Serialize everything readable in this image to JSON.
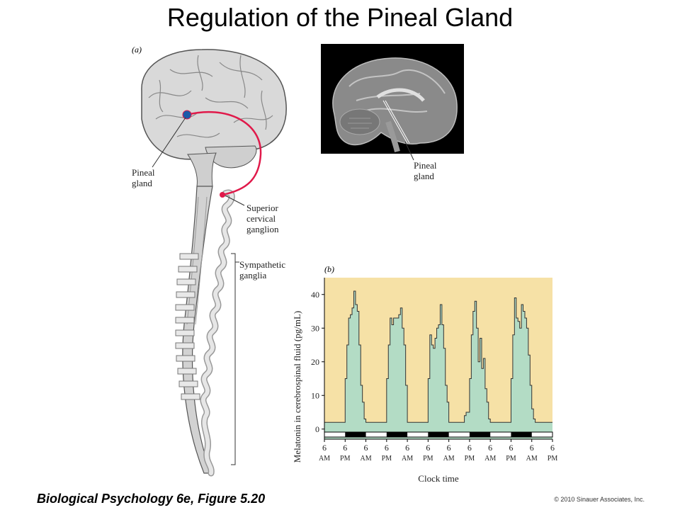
{
  "title": "Regulation of the Pineal Gland",
  "panel_a": {
    "letter": "(a)",
    "labels": {
      "pineal_line1": "Pineal",
      "pineal_line2": "gland",
      "scg_line1": "Superior",
      "scg_line2": "cervical",
      "scg_line3": "ganglion",
      "symp_line1": "Sympathetic",
      "symp_line2": "ganglia"
    },
    "pathway_color": "#e0194a",
    "pineal_color": "#1c5aa8"
  },
  "photo": {
    "label_line1": "Pineal",
    "label_line2": "gland"
  },
  "panel_b": {
    "letter": "(b)"
  },
  "chart_data": {
    "type": "area",
    "ylabel": "Melatonin in cerebrospinal fluid (pg/mL)",
    "xlabel": "Clock time",
    "ylim": [
      -3,
      45
    ],
    "yticks": [
      0,
      10,
      20,
      30,
      40
    ],
    "xticks": [
      {
        "h": 0,
        "top": "6",
        "bottom": "AM"
      },
      {
        "h": 12,
        "top": "6",
        "bottom": "PM"
      },
      {
        "h": 24,
        "top": "6",
        "bottom": "AM"
      },
      {
        "h": 36,
        "top": "6",
        "bottom": "PM"
      },
      {
        "h": 48,
        "top": "6",
        "bottom": "AM"
      },
      {
        "h": 60,
        "top": "6",
        "bottom": "PM"
      },
      {
        "h": 72,
        "top": "6",
        "bottom": "AM"
      },
      {
        "h": 84,
        "top": "6",
        "bottom": "PM"
      },
      {
        "h": 96,
        "top": "6",
        "bottom": "AM"
      },
      {
        "h": 108,
        "top": "6",
        "bottom": "PM"
      },
      {
        "h": 120,
        "top": "6",
        "bottom": "AM"
      },
      {
        "h": 132,
        "top": "6",
        "bottom": "PM"
      }
    ],
    "background_color": "#f6e1a6",
    "fill_color": "#b3dcc5",
    "dark_periods": [
      [
        12,
        24
      ],
      [
        36,
        48
      ],
      [
        60,
        72
      ],
      [
        84,
        96
      ],
      [
        108,
        120
      ]
    ],
    "series": [
      {
        "x": [
          0,
          6,
          11,
          12,
          13,
          14,
          15,
          16,
          17,
          18,
          19,
          20,
          21,
          22,
          23,
          24,
          26,
          35,
          36,
          37,
          38,
          39,
          40,
          41,
          42,
          43,
          44,
          45,
          46,
          47,
          48,
          59,
          60,
          61,
          62,
          63,
          64,
          65,
          66,
          67,
          68,
          69,
          70,
          71,
          72,
          80,
          81,
          82,
          83,
          84,
          85,
          86,
          87,
          88,
          89,
          90,
          91,
          92,
          93,
          94,
          95,
          96,
          107,
          108,
          109,
          110,
          111,
          112,
          113,
          114,
          115,
          116,
          117,
          118,
          119,
          120,
          121,
          122,
          124,
          132
        ],
        "y": [
          2,
          2,
          2,
          15,
          25,
          33,
          34,
          36,
          41,
          37,
          35,
          25,
          13,
          8,
          3,
          2,
          2,
          2,
          15,
          25,
          33,
          31,
          33,
          33,
          33,
          34,
          36,
          30,
          25,
          13,
          2,
          2,
          15,
          28,
          25,
          24,
          27,
          30,
          31,
          37,
          31,
          24,
          13,
          8,
          2,
          2,
          4,
          5,
          5,
          15,
          28,
          35,
          38,
          30,
          20,
          27,
          18,
          21,
          12,
          8,
          3,
          2,
          2,
          15,
          28,
          39,
          33,
          32,
          30,
          37,
          35,
          33,
          30,
          22,
          13,
          6,
          3,
          2,
          2,
          2
        ]
      }
    ]
  },
  "footer": {
    "caption": "Biological Psychology 6e, Figure 5.20",
    "copyright": "© 2010 Sinauer Associates, Inc."
  }
}
